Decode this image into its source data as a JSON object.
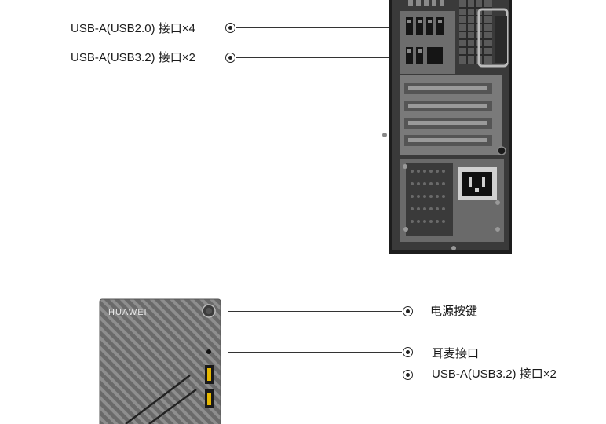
{
  "rear_callouts": [
    {
      "label": "USB-A(USB2.0) 接口×4"
    },
    {
      "label": "USB-A(USB3.2) 接口×2"
    }
  ],
  "front_callouts": [
    {
      "label": "电源按键"
    },
    {
      "label": "耳麦接口"
    },
    {
      "label": "USB-A(USB3.2) 接口×2"
    }
  ],
  "front_panel": {
    "brand": "HUAWEI"
  }
}
